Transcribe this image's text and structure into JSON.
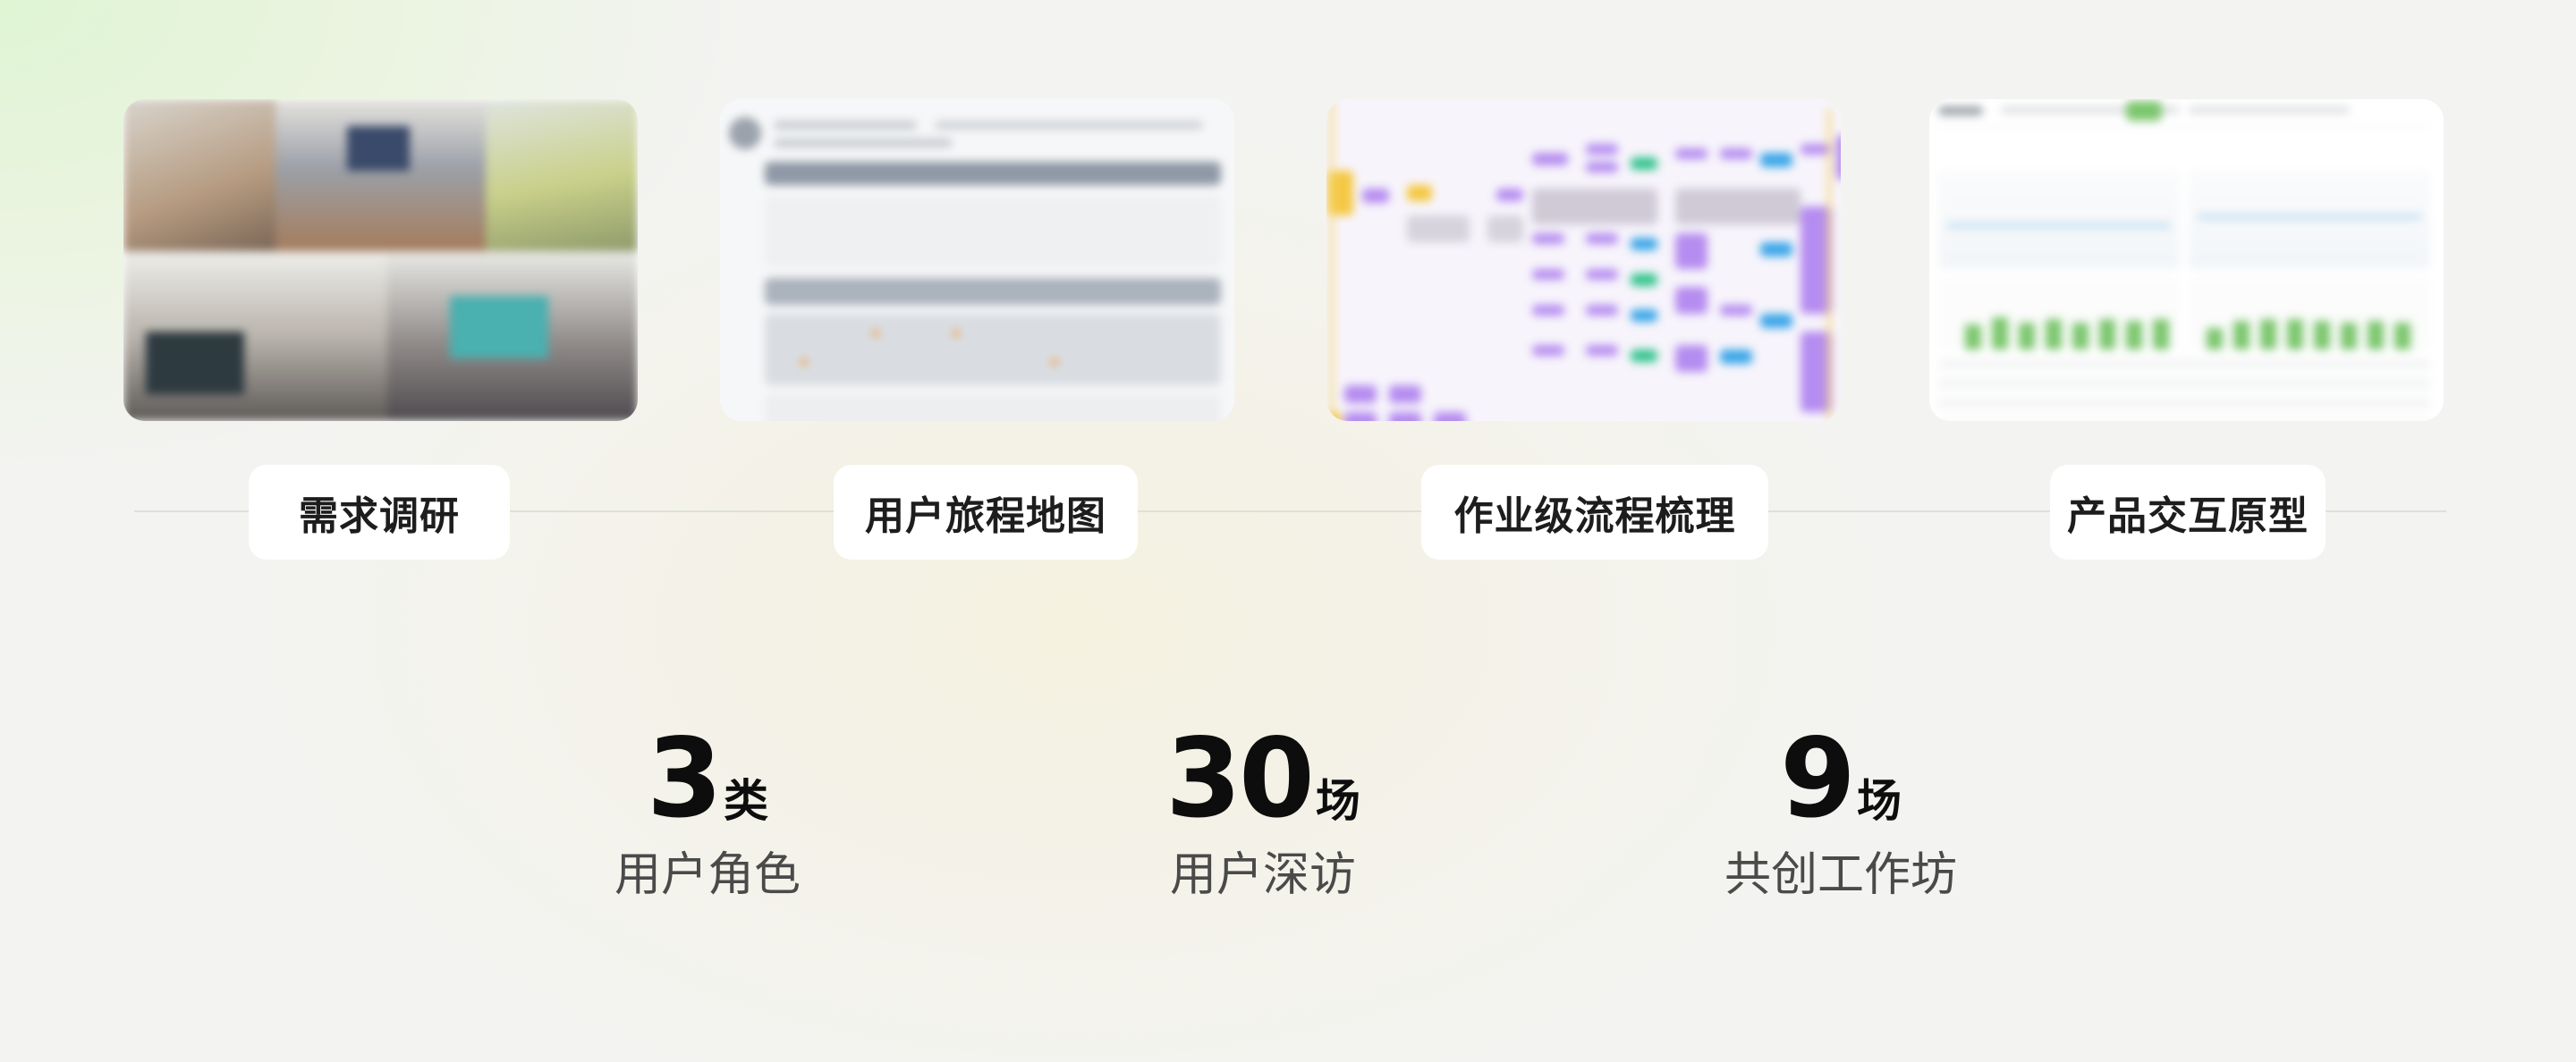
{
  "stages": [
    {
      "id": "research",
      "label": "需求调研"
    },
    {
      "id": "journey",
      "label": "用户旅程地图"
    },
    {
      "id": "process",
      "label": "作业级流程梳理"
    },
    {
      "id": "prototype",
      "label": "产品交互原型"
    }
  ],
  "stats": [
    {
      "value": "3",
      "unit": "类",
      "caption": "用户角色"
    },
    {
      "value": "30",
      "unit": "场",
      "caption": "用户深访"
    },
    {
      "value": "9",
      "unit": "场",
      "caption": "共创工作坊"
    }
  ],
  "colors": {
    "flow_purple": "#b58cf0",
    "flow_blue": "#3aa6e8",
    "flow_green": "#32c48d",
    "flow_yellow": "#f5c842",
    "dash_green": "#7cc66e"
  }
}
